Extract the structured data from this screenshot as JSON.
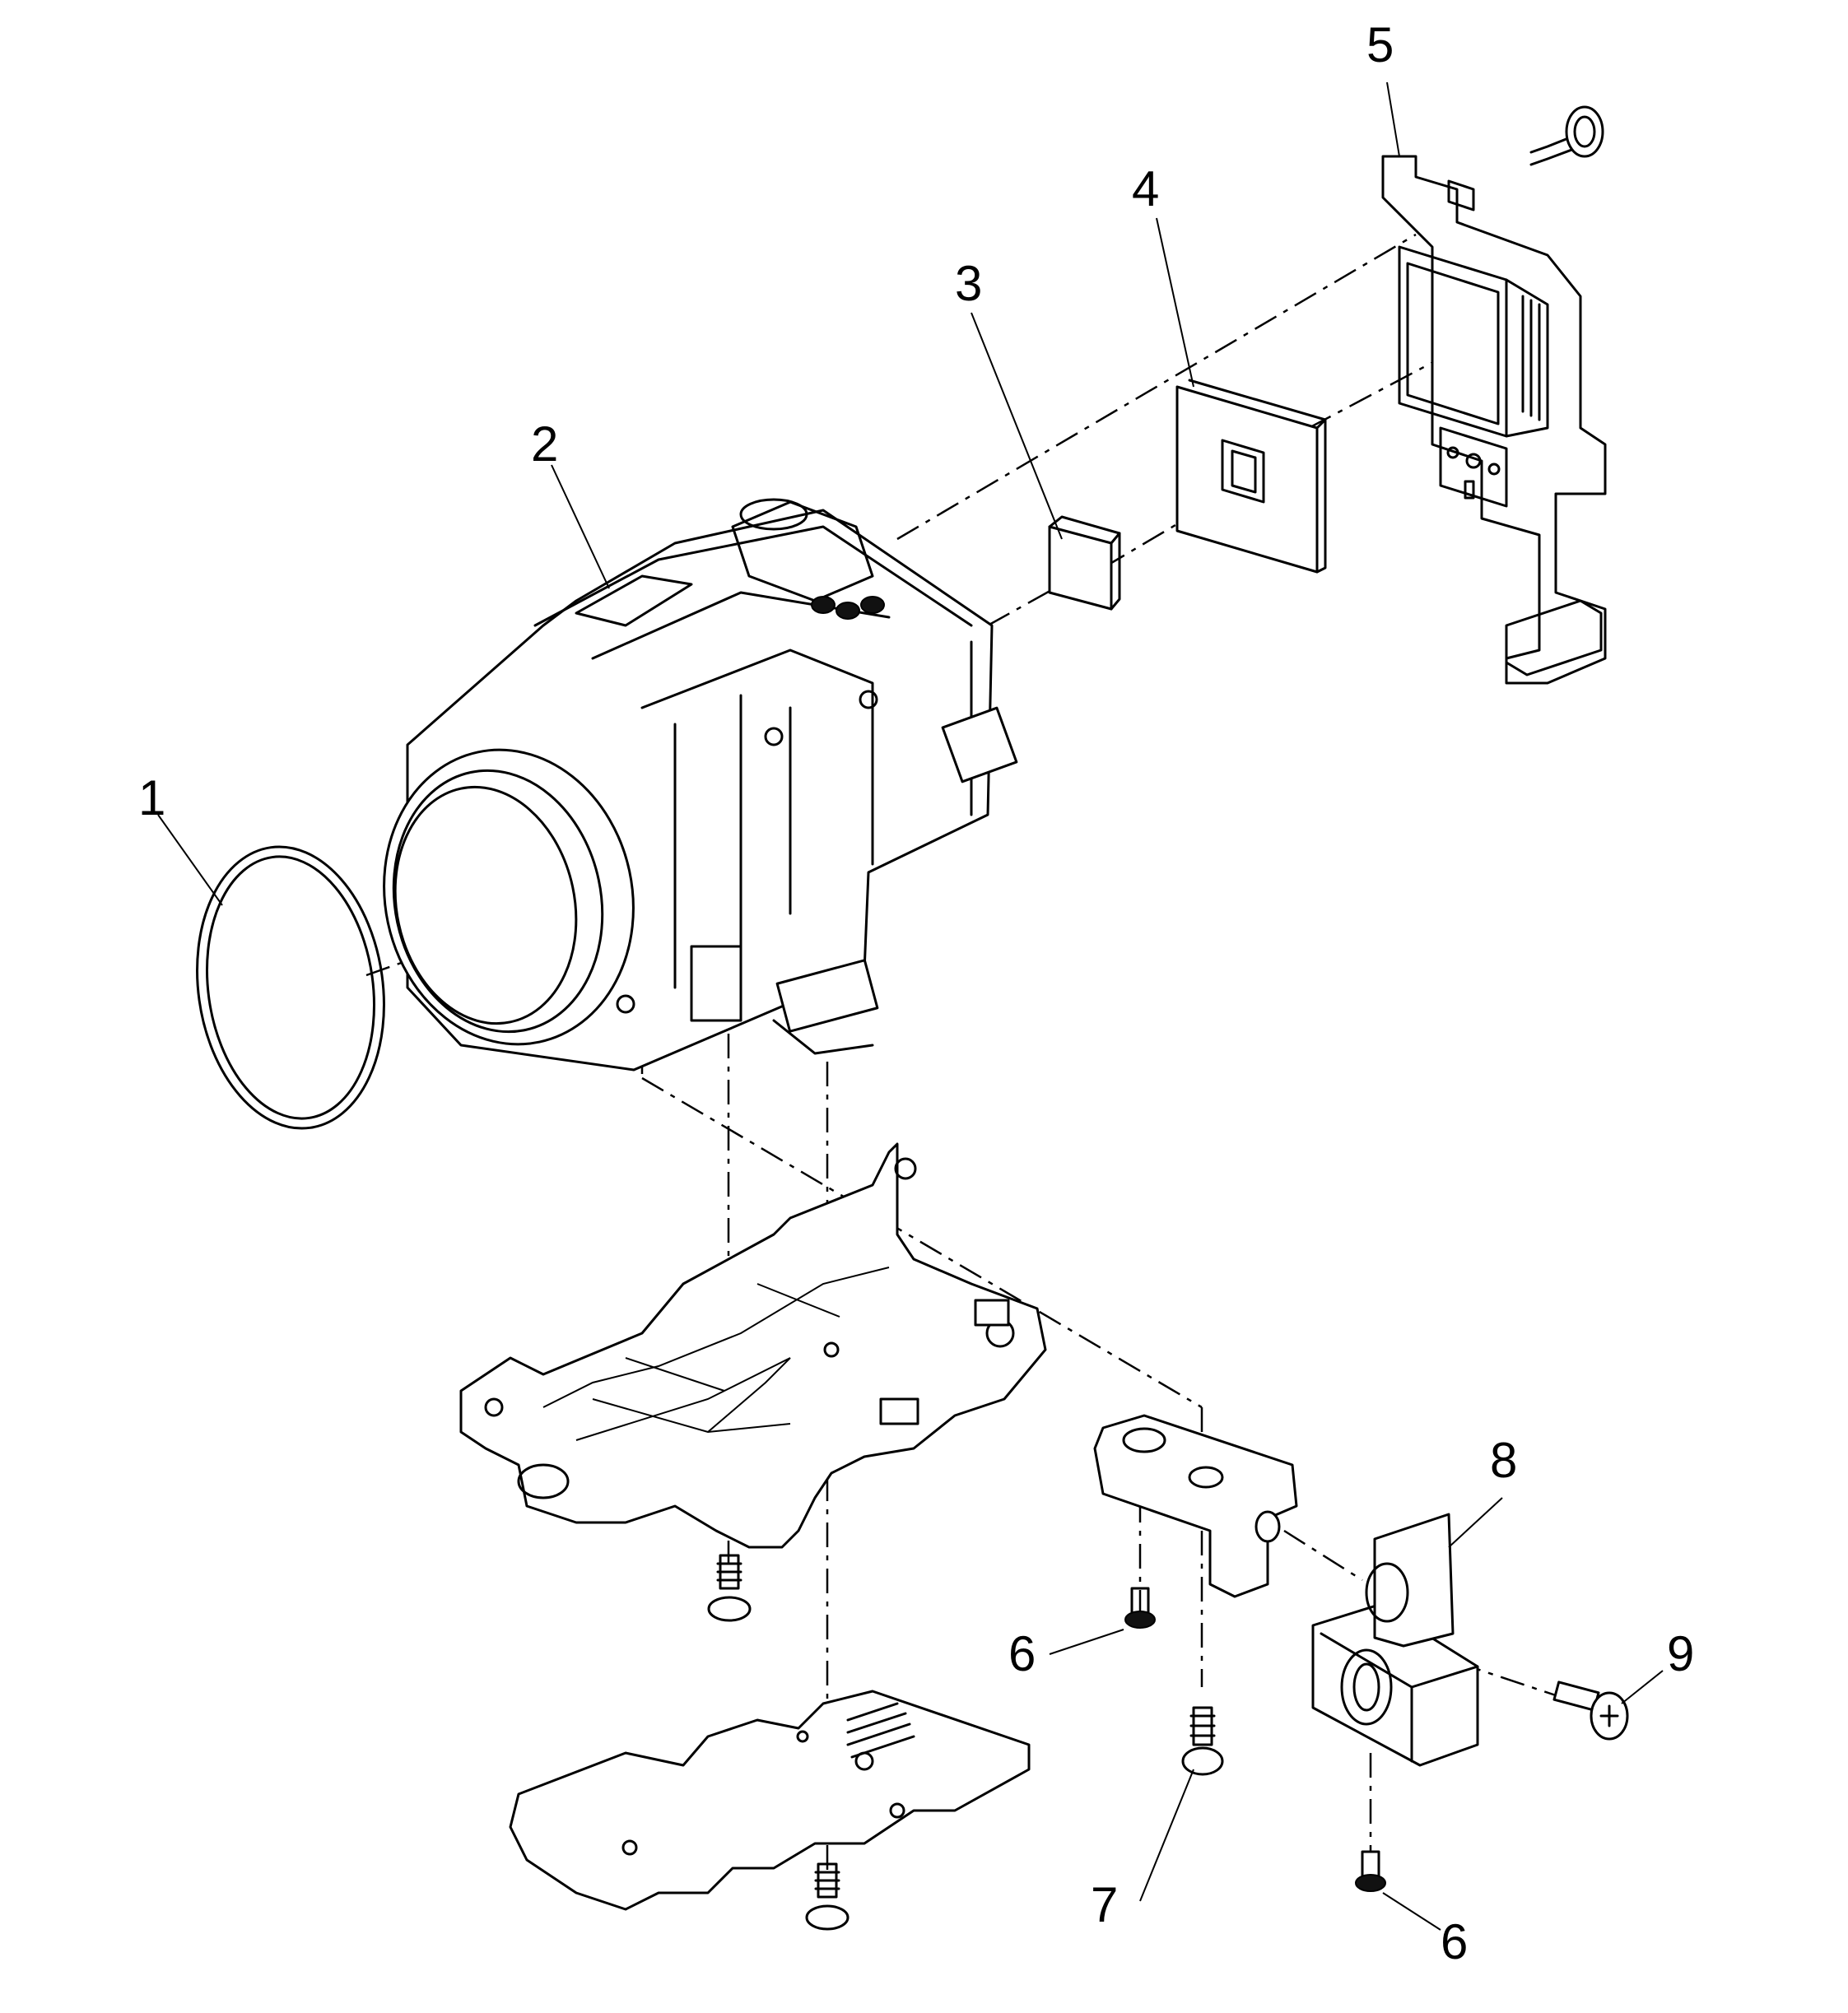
{
  "callouts": [
    {
      "id": "1",
      "label": "1"
    },
    {
      "id": "2",
      "label": "2"
    },
    {
      "id": "3",
      "label": "3"
    },
    {
      "id": "4",
      "label": "4"
    },
    {
      "id": "5",
      "label": "5"
    },
    {
      "id": "6a",
      "label": "6"
    },
    {
      "id": "6b",
      "label": "6"
    },
    {
      "id": "7",
      "label": "7"
    },
    {
      "id": "8",
      "label": "8"
    },
    {
      "id": "9",
      "label": "9"
    }
  ],
  "colors": {
    "line": "#000000",
    "background": "#ffffff"
  }
}
